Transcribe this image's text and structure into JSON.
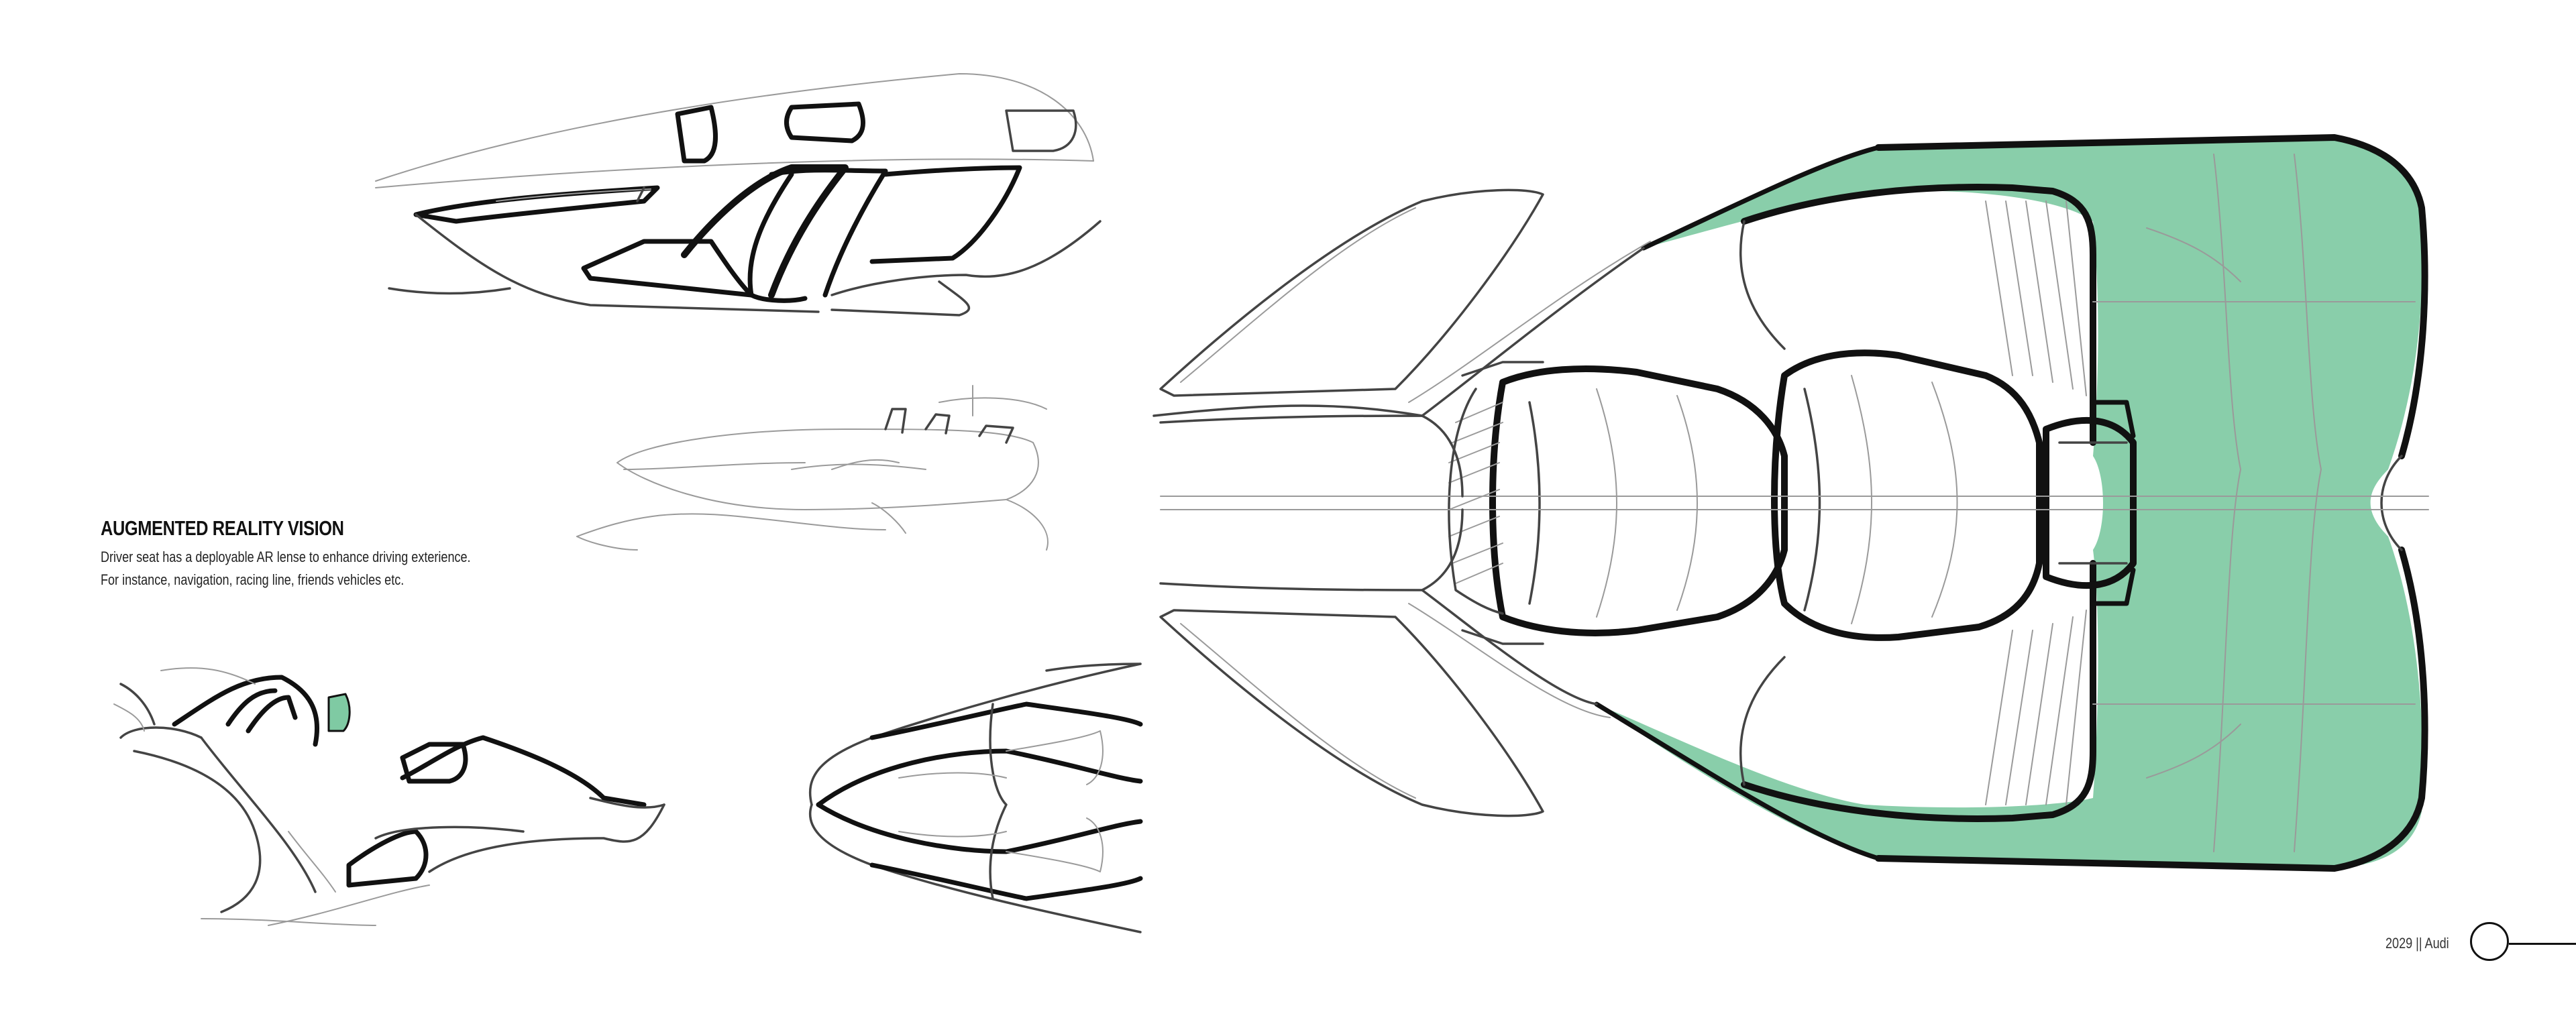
{
  "caption": {
    "title": "AUGMENTED REALITY VISION",
    "line1": "Driver seat has a deployable AR lense to enhance driving exterience.",
    "line2": "For instance, navigation, racing line, friends vehicles etc."
  },
  "footer": {
    "text": "2029 || Audi"
  },
  "colors": {
    "accent": "#7fcaa3",
    "ink": "#111111",
    "pencil": "#9a9a9a"
  }
}
